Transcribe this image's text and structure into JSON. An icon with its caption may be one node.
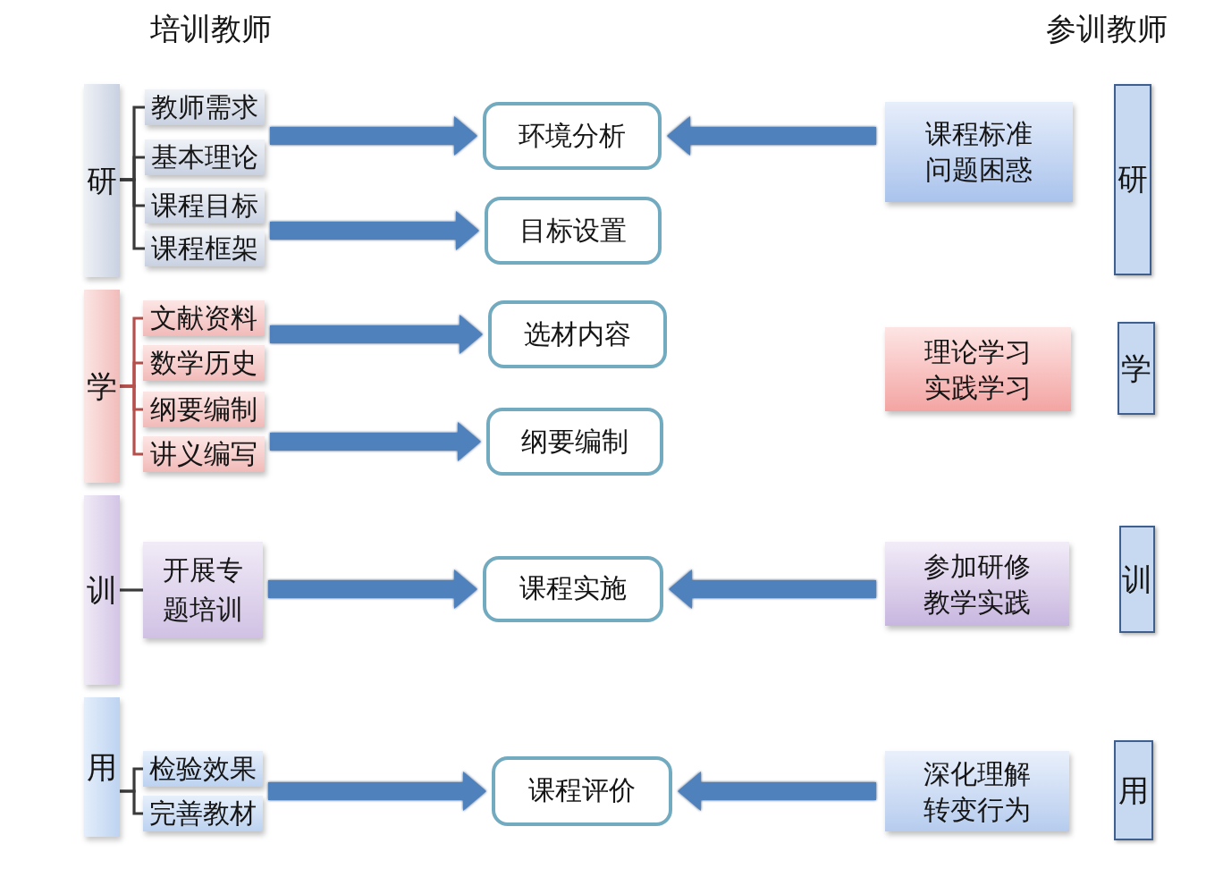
{
  "diagram": {
    "nodes": [
      {
        "text": [
          "研"
        ]
      },
      {
        "text": [
          "教师需求"
        ]
      },
      {
        "text": [
          "基本理论"
        ]
      },
      {
        "text": [
          "课程目标"
        ]
      },
      {
        "text": [
          "课程框架"
        ]
      },
      {
        "text": [
          "环境分析"
        ]
      },
      {
        "text": [
          "目标设置"
        ]
      },
      {
        "text": [
          "课程标准问题困惑"
        ]
      },
      {
        "text": [
          "研"
        ]
      },
      {
        "text": [
          "学"
        ]
      },
      {
        "text": [
          "文献资料"
        ]
      },
      {
        "text": [
          "数学历史"
        ]
      },
      {
        "text": [
          "纲要编制"
        ]
      },
      {
        "text": [
          "讲义编写"
        ]
      },
      {
        "text": [
          "选材内容"
        ]
      },
      {
        "text": [
          "纲要编制"
        ]
      },
      {
        "text": [
          "理论学习实践学习"
        ]
      },
      {
        "text": [
          "学"
        ]
      },
      {
        "text": [
          "训"
        ]
      },
      {
        "text": [
          "开展专题培训"
        ]
      },
      {
        "text": [
          "课程实施"
        ]
      },
      {
        "text": [
          "参加研修教学实践"
        ]
      },
      {
        "text": [
          "训"
        ]
      },
      {
        "text": [
          "用"
        ]
      },
      {
        "text": [
          "检验效果"
        ]
      },
      {
        "text": [
          "完善教材"
        ]
      },
      {
        "text": [
          "课程评价"
        ]
      },
      {
        "text": [
          "深化理解转变行为"
        ]
      },
      {
        "text": [
          "用"
        ]
      }
    ],
    "edges": [
      {
        "from": 0,
        "to": 1,
        "arrow": "none",
        "color": "#3a3a3a"
      },
      {
        "from": 0,
        "to": 2,
        "arrow": "none",
        "color": "#3a3a3a"
      },
      {
        "from": 0,
        "to": 3,
        "arrow": "none",
        "color": "#3a3a3a"
      },
      {
        "from": 0,
        "to": 4,
        "arrow": "none",
        "color": "#3a3a3a"
      },
      {
        "from": 1,
        "to": 5,
        "arrow": "to"
      },
      {
        "from": 2,
        "to": 5,
        "arrow": "to"
      },
      {
        "from": 3,
        "to": 6,
        "arrow": "to"
      },
      {
        "from": 4,
        "to": 6,
        "arrow": "to"
      },
      {
        "from": 7,
        "to": 5,
        "arrow": "to"
      },
      {
        "from": 9,
        "to": 10,
        "arrow": "none",
        "color": "#b5504c"
      },
      {
        "from": 9,
        "to": 11,
        "arrow": "none",
        "color": "#b5504c"
      },
      {
        "from": 9,
        "to": 12,
        "arrow": "none",
        "color": "#b5504c"
      },
      {
        "from": 9,
        "to": 13,
        "arrow": "none",
        "color": "#b5504c"
      },
      {
        "from": 10,
        "to": 14,
        "arrow": "to"
      },
      {
        "from": 11,
        "to": 14,
        "arrow": "to"
      },
      {
        "from": 12,
        "to": 15,
        "arrow": "to"
      },
      {
        "from": 13,
        "to": 15,
        "arrow": "to"
      },
      {
        "from": 18,
        "to": 19,
        "arrow": "none",
        "color": "#3a3a3a"
      },
      {
        "from": 19,
        "to": 20,
        "arrow": "to"
      },
      {
        "from": 21,
        "to": 20,
        "arrow": "to"
      },
      {
        "from": 23,
        "to": 24,
        "arrow": "none",
        "color": "#3a3a3a"
      },
      {
        "from": 23,
        "to": 25,
        "arrow": "none",
        "color": "#3a3a3a"
      },
      {
        "from": 24,
        "to": 26,
        "arrow": "to"
      },
      {
        "from": 25,
        "to": 26,
        "arrow": "to"
      },
      {
        "from": 27,
        "to": 26,
        "arrow": "to"
      }
    ],
    "labels": [
      "培训教师",
      "参训教师"
    ]
  }
}
